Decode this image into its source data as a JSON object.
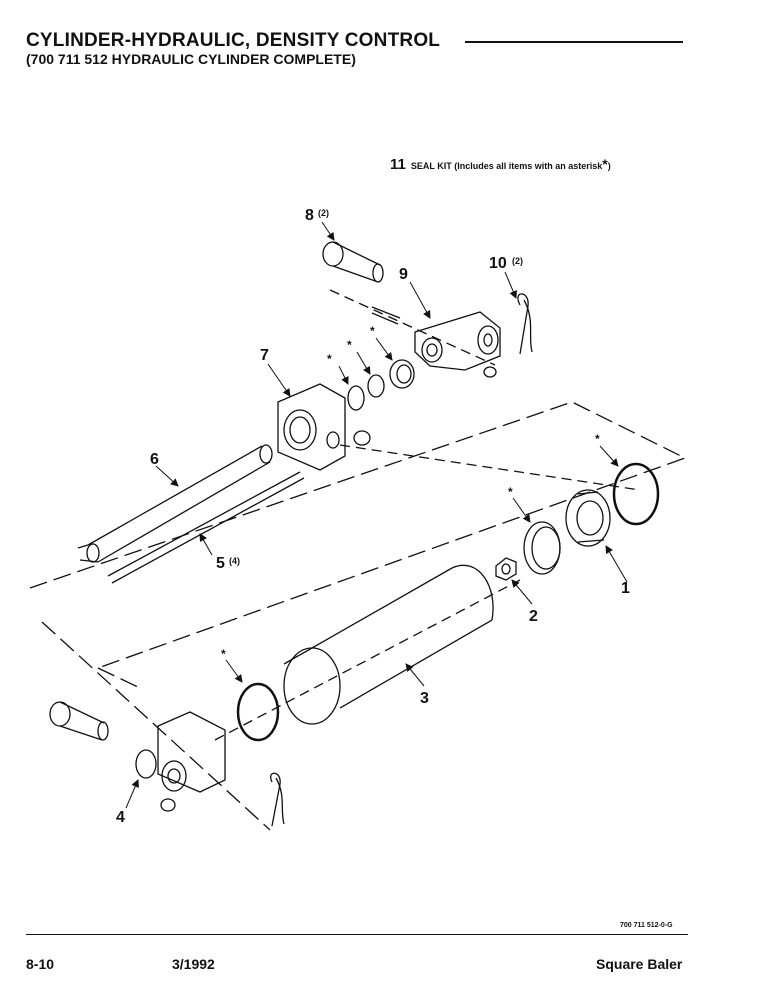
{
  "header": {
    "title": "CYLINDER-HYDRAULIC, DENSITY CONTROL",
    "subtitle": "(700 711 512 HYDRAULIC CYLINDER COMPLETE)"
  },
  "seal_kit": {
    "number": "11",
    "text": "SEAL KIT (Includes all items with an asterisk",
    "asterisk": "*",
    "close": ")"
  },
  "callouts": {
    "c1": "1",
    "c2": "2",
    "c3": "3",
    "c4": "4",
    "c5": "5",
    "c5_qty": "(4)",
    "c6": "6",
    "c7": "7",
    "c8": "8",
    "c8_qty": "(2)",
    "c9": "9",
    "c10": "10",
    "c10_qty": "(2)"
  },
  "asterisk_mark": "*",
  "footer": {
    "drawing_number": "700 711 512-0-G",
    "page": "8-10",
    "date": "3/1992",
    "product": "Square Baler"
  }
}
